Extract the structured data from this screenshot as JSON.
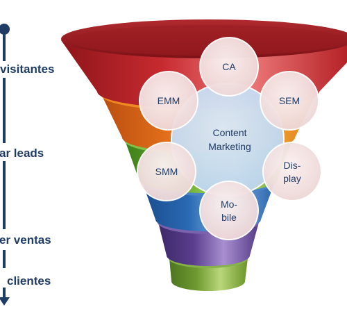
{
  "stages": [
    {
      "label": "visitantes"
    },
    {
      "label": "ar leads"
    },
    {
      "label": "er ventas"
    },
    {
      "label": "clientes"
    }
  ],
  "funnel_bands": [
    {
      "color": "#b52227",
      "highlight": "#ee7a7a"
    },
    {
      "color": "#e06518",
      "highlight": "#f7b35c"
    },
    {
      "color": "#6aac2d",
      "highlight": "#b9e283"
    },
    {
      "color": "#2a69b3",
      "highlight": "#86b6ea"
    },
    {
      "color": "#5a3e8e",
      "highlight": "#a88fd0"
    },
    {
      "color": "#6f9a30",
      "highlight": "#b9d77a"
    }
  ],
  "center": {
    "line1": "Content",
    "line2": "Marketing"
  },
  "channels": [
    {
      "line1": "CA",
      "line2": ""
    },
    {
      "line1": "SEM",
      "line2": ""
    },
    {
      "line1": "Dis-",
      "line2": "play"
    },
    {
      "line1": "Mo-",
      "line2": "bile"
    },
    {
      "line1": "SMM",
      "line2": ""
    },
    {
      "line1": "EMM",
      "line2": ""
    }
  ],
  "colors": {
    "accent": "#1f3c66",
    "center_fill": "#c6dcf1",
    "circle_fill": "#f1dcdc"
  }
}
